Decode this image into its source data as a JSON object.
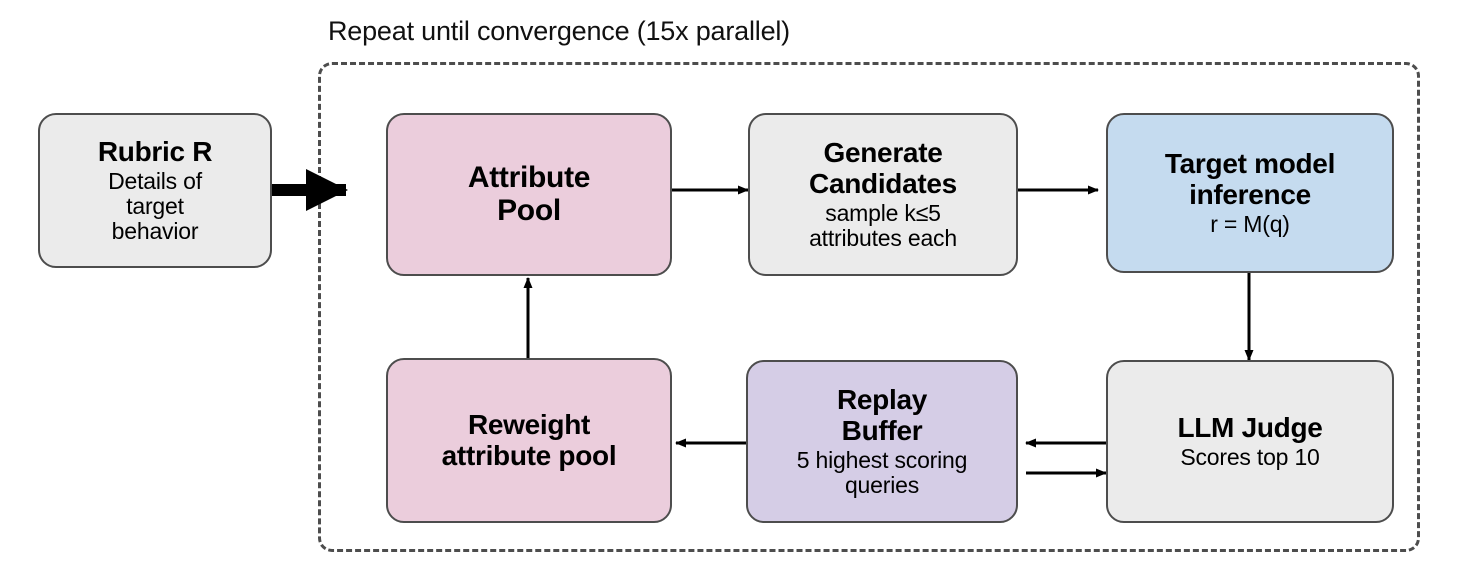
{
  "diagram": {
    "loop_label": "Repeat until convergence (15x parallel)",
    "nodes": {
      "rubric": {
        "title": "Rubric R",
        "sub": "Details of target behavior",
        "color": "#ebebeb"
      },
      "attribute": {
        "title": "Attribute Pool",
        "sub": "",
        "color": "#ebcddc"
      },
      "generate": {
        "title": "Generate Candidates",
        "sub": "sample k≤5 attributes each",
        "color": "#ebebeb"
      },
      "target": {
        "title": "Target model inference",
        "sub": "r = M(q)",
        "color": "#c5dbef"
      },
      "judge": {
        "title": "LLM Judge",
        "sub": "Scores top 10",
        "color": "#ebebeb"
      },
      "replay": {
        "title": "Replay Buffer",
        "sub": "5 highest scoring queries",
        "color": "#d5cde6"
      },
      "reweight": {
        "title": "Reweight attribute pool",
        "sub": "",
        "color": "#ebcddc"
      }
    },
    "edges": [
      {
        "name": "rubric-to-attribute-pool",
        "from": "rubric",
        "to": "attribute",
        "style": "thick"
      },
      {
        "name": "attribute-pool-to-generate",
        "from": "attribute",
        "to": "generate",
        "style": "thin"
      },
      {
        "name": "generate-to-target-model",
        "from": "generate",
        "to": "target",
        "style": "thin"
      },
      {
        "name": "target-model-to-llm-judge",
        "from": "target",
        "to": "judge",
        "style": "thin"
      },
      {
        "name": "llm-judge-to-replay-buffer",
        "from": "judge",
        "to": "replay",
        "style": "thin"
      },
      {
        "name": "replay-buffer-to-llm-judge",
        "from": "replay",
        "to": "judge",
        "style": "thin"
      },
      {
        "name": "replay-buffer-to-reweight",
        "from": "replay",
        "to": "reweight",
        "style": "thin"
      },
      {
        "name": "reweight-to-attribute-pool",
        "from": "reweight",
        "to": "attribute",
        "style": "thin"
      }
    ],
    "stroke_color": "#4d4d4d",
    "arrow_color": "#000000"
  }
}
